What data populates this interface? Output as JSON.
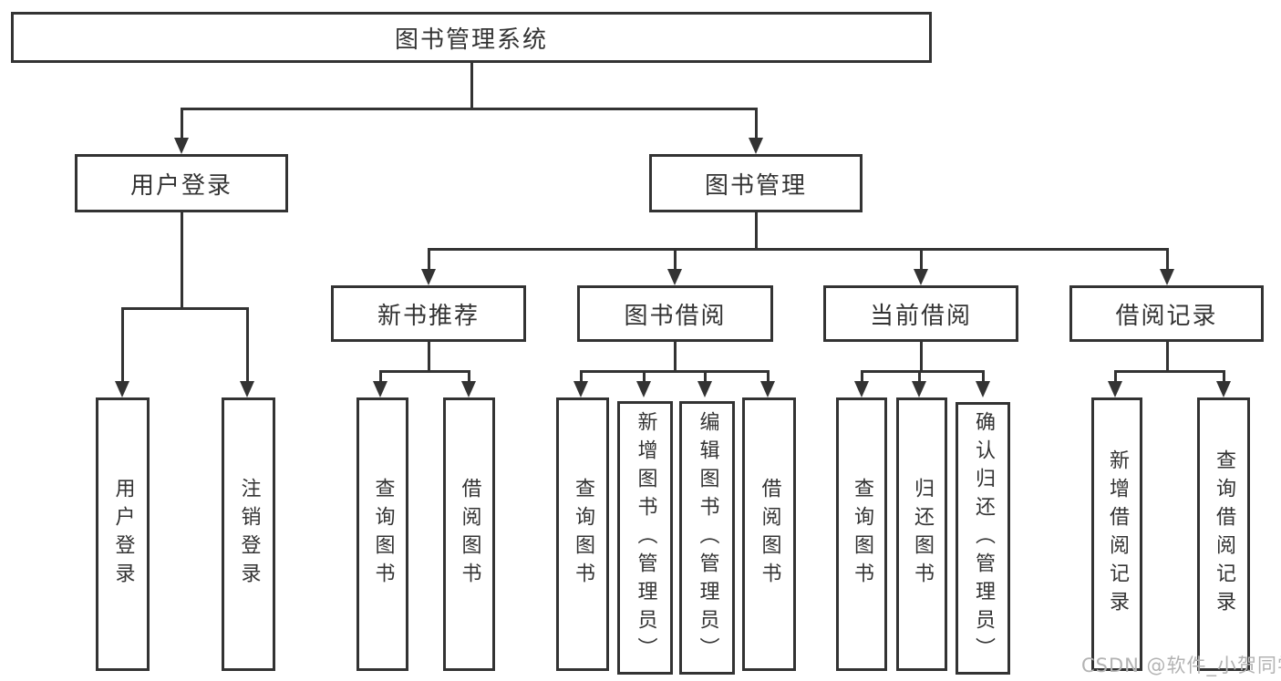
{
  "diagram": {
    "root": {
      "label": "图书管理系统"
    },
    "user_login": {
      "label": "用户登录",
      "children": [
        {
          "label": "用户登录"
        },
        {
          "label": "注销登录"
        }
      ]
    },
    "book_mgmt": {
      "label": "图书管理",
      "sections": [
        {
          "label": "新书推荐",
          "children": [
            {
              "label": "查询图书"
            },
            {
              "label": "借阅图书"
            }
          ]
        },
        {
          "label": "图书借阅",
          "children": [
            {
              "label": "查询图书"
            },
            {
              "label": "新增图书（管理员）"
            },
            {
              "label": "编辑图书（管理员）"
            },
            {
              "label": "借阅图书"
            }
          ]
        },
        {
          "label": "当前借阅",
          "children": [
            {
              "label": "查询图书"
            },
            {
              "label": "归还图书"
            },
            {
              "label": "确认归还（管理员）"
            }
          ]
        },
        {
          "label": "借阅记录",
          "children": [
            {
              "label": "新增借阅记录"
            },
            {
              "label": "查询借阅记录"
            }
          ]
        }
      ]
    },
    "colors": {
      "line": "#333333",
      "text": "#333333",
      "watermark": "#b3b3b3"
    }
  },
  "watermark": "CSDN @软件_小贺同学"
}
